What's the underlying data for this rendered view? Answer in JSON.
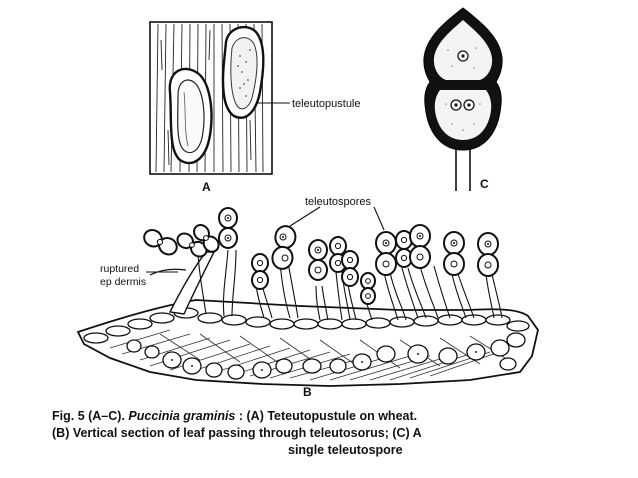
{
  "figure": {
    "panel_labels": {
      "a": "A",
      "b": "B",
      "c": "C"
    },
    "labels": {
      "teleutopustule": "teleutopustule",
      "teleutospores": "teleutospores",
      "ruptured": "ruptured",
      "epidermis": "ep dermis"
    },
    "caption": {
      "prefix": "Fig. 5 (A–C).",
      "species": "Puccinia graminis",
      "line1_rest": ": (A) Teteutopustule on wheat.",
      "line2": "(B) Vertical section of leaf passing through teleutosorus; (C) A",
      "line3": "single teleutospore"
    }
  }
}
